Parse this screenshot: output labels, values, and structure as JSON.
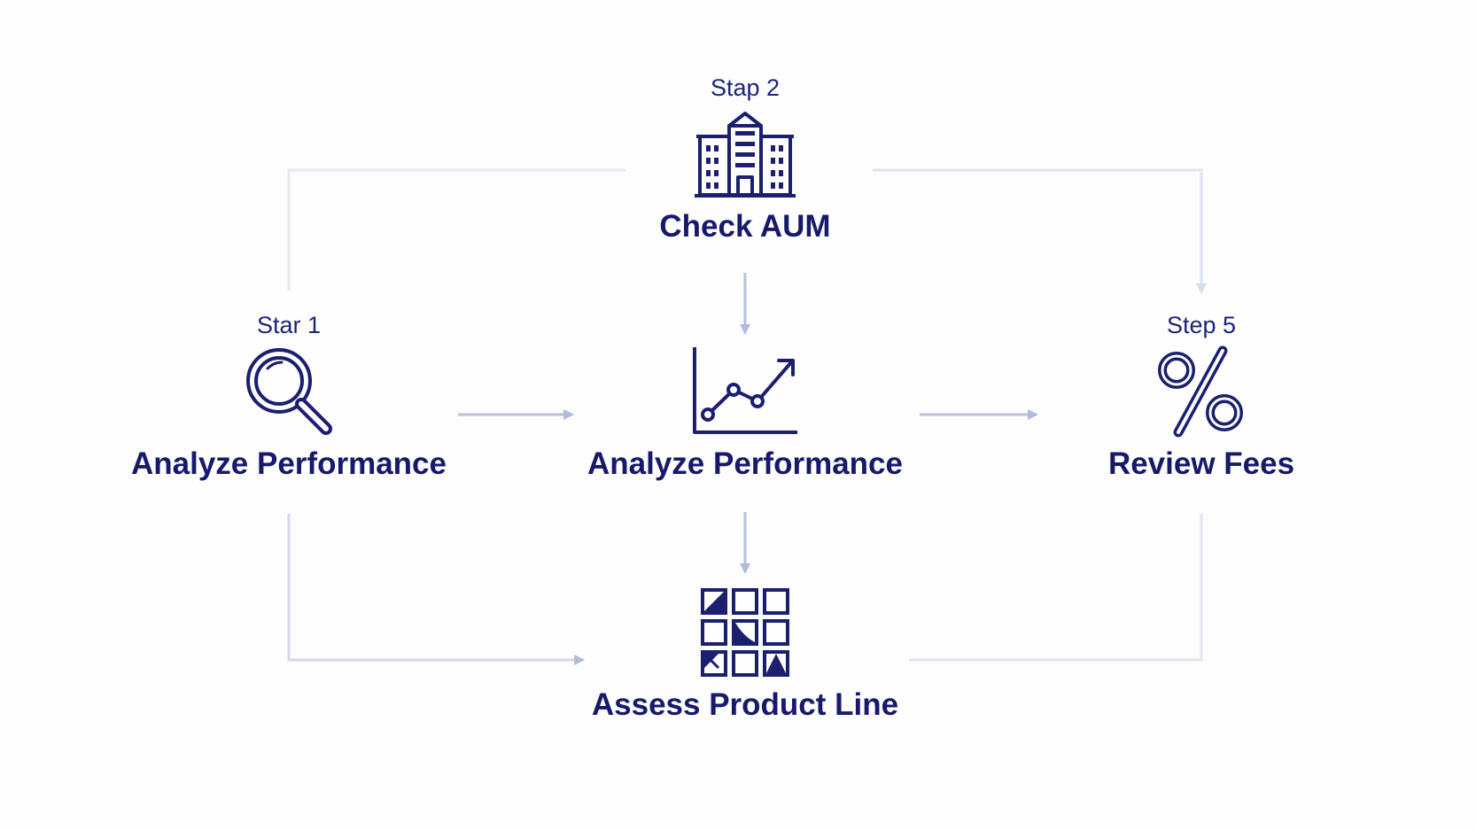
{
  "nodes": {
    "step1": {
      "step_label": "Star 1",
      "title": "Analyze Performance",
      "icon": "magnifier-icon"
    },
    "step2": {
      "step_label": "Stap 2",
      "title": "Check AUM",
      "icon": "building-icon"
    },
    "center": {
      "title": "Analyze Performance",
      "icon": "line-chart-icon"
    },
    "step5": {
      "step_label": "Step 5",
      "title": "Review Fees",
      "icon": "percent-icon"
    },
    "bottom": {
      "title": "Assess Product Line",
      "icon": "grid-icon"
    }
  },
  "colors": {
    "ink": "#17196a",
    "connector": "#b9c0dd",
    "connector_faint": "#e4e7f1"
  }
}
